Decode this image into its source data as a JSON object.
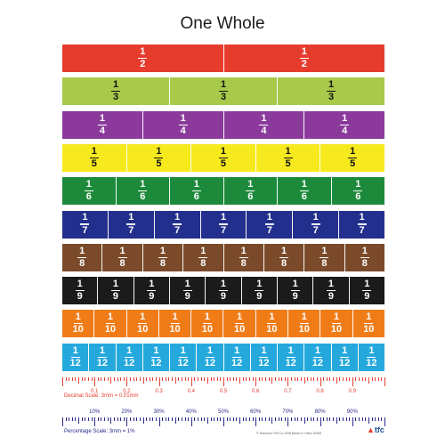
{
  "chart_data": {
    "type": "bar",
    "title": "One Whole",
    "rows": [
      {
        "denominator": 2,
        "numerator": 1,
        "parts": 2,
        "color": "#e63c2e"
      },
      {
        "denominator": 3,
        "numerator": 1,
        "parts": 3,
        "color": "#a8c94a"
      },
      {
        "denominator": 4,
        "numerator": 1,
        "parts": 4,
        "color": "#8b3a9c"
      },
      {
        "denominator": 5,
        "numerator": 1,
        "parts": 5,
        "color": "#f6ea1e"
      },
      {
        "denominator": 6,
        "numerator": 1,
        "parts": 6,
        "color": "#1d8a3b"
      },
      {
        "denominator": 7,
        "numerator": 1,
        "parts": 7,
        "color": "#232f8c"
      },
      {
        "denominator": 8,
        "numerator": 1,
        "parts": 8,
        "color": "#7a4a2a"
      },
      {
        "denominator": 9,
        "numerator": 1,
        "parts": 9,
        "color": "#1b1b1b"
      },
      {
        "denominator": 10,
        "numerator": 1,
        "parts": 10,
        "color": "#f07c18"
      },
      {
        "denominator": 12,
        "numerator": 1,
        "parts": 12,
        "color": "#25a9dc"
      }
    ],
    "decimal_scale": {
      "labels": [
        "0.1",
        "0.2",
        "0.3",
        "0.4",
        "0.5",
        "0.6",
        "0.7",
        "0.8",
        "0.9"
      ],
      "caption": "Decimal Scale: 3mm = 0.01mm",
      "color": "#e63c2e"
    },
    "percentage_scale": {
      "labels": [
        "10%",
        "20%",
        "30%",
        "40%",
        "50%",
        "60%",
        "70%",
        "80%",
        "90%"
      ],
      "caption": "Percentage Scale: 3mm = 1%",
      "color": "#2a2a8c"
    },
    "footer": {
      "small_text": "© Teachers' Pet Co 2008    Made in China    10058",
      "brand": "tfc"
    },
    "text_colors": {
      "light": "#ffffff",
      "dark": "#111111"
    }
  }
}
